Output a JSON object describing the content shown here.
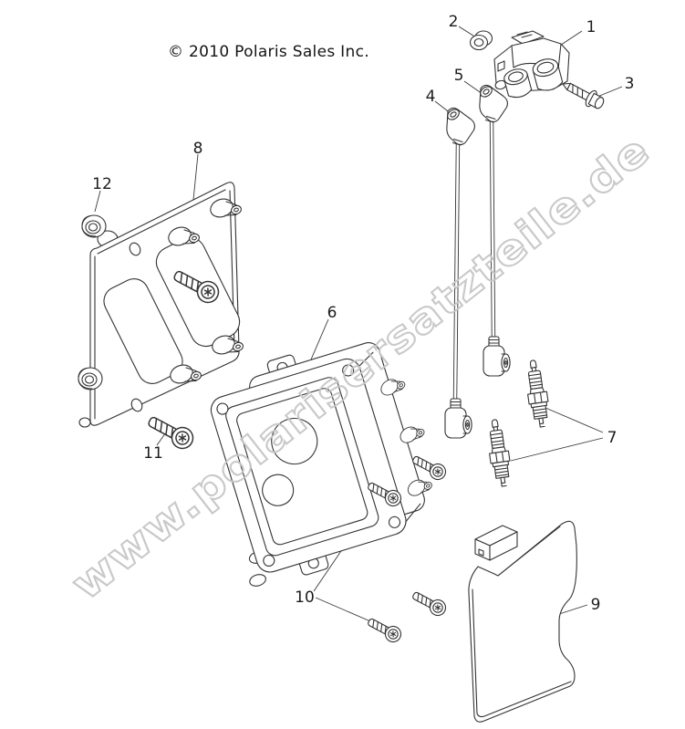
{
  "diagram": {
    "copyright": "© 2010 Polaris Sales Inc.",
    "watermark": "www.polarisersatzteile.de",
    "colors": {
      "background": "#ffffff",
      "line": "#333333",
      "watermark": "#c7c7c7",
      "text": "#1c1c1c"
    },
    "callouts": [
      {
        "number": "1",
        "part": "ignition-coil"
      },
      {
        "number": "2",
        "part": "grommet"
      },
      {
        "number": "3",
        "part": "coil-screw"
      },
      {
        "number": "4",
        "part": "spark-plug-wire-long"
      },
      {
        "number": "5",
        "part": "spark-plug-wire-short"
      },
      {
        "number": "6",
        "part": "control-module"
      },
      {
        "number": "7",
        "part": "spark-plug"
      },
      {
        "number": "8",
        "part": "mounting-bracket"
      },
      {
        "number": "9",
        "part": "cover"
      },
      {
        "number": "10",
        "part": "module-screw"
      },
      {
        "number": "11",
        "part": "bracket-screw"
      },
      {
        "number": "12",
        "part": "flange-nut"
      }
    ]
  }
}
